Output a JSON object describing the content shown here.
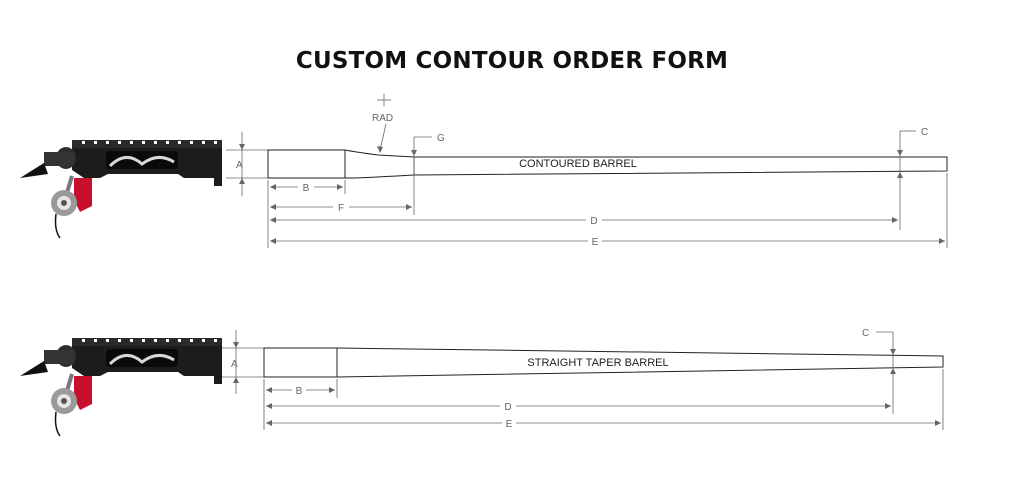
{
  "title": "CUSTOM CONTOUR ORDER FORM",
  "contoured": {
    "barrel_label": "CONTOURED BARREL",
    "rad_label": "RAD",
    "dims": {
      "A": "A",
      "B": "B",
      "C": "C",
      "D": "D",
      "E": "E",
      "F": "F",
      "G": "G"
    }
  },
  "straight": {
    "barrel_label": "STRAIGHT TAPER BARREL",
    "dims": {
      "A": "A",
      "B": "B",
      "C": "C",
      "D": "D",
      "E": "E"
    }
  },
  "colors": {
    "action_body": "#1c1c1c",
    "trigger": "#c8102e",
    "line": "#222222",
    "dimension": "#666666"
  },
  "icons": {
    "action": "rifle-action-icon"
  }
}
